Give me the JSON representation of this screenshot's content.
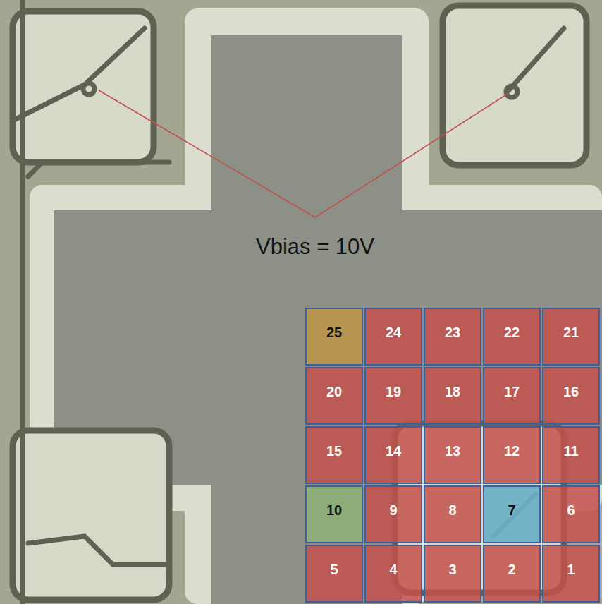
{
  "diagram": {
    "nodes": [
      {
        "text": [
          "25"
        ]
      },
      {
        "text": [
          "24"
        ]
      },
      {
        "text": [
          "23"
        ]
      },
      {
        "text": [
          "22"
        ]
      },
      {
        "text": [
          "21"
        ]
      },
      {
        "text": [
          "20"
        ]
      },
      {
        "text": [
          "19"
        ]
      },
      {
        "text": [
          "18"
        ]
      },
      {
        "text": [
          "17"
        ]
      },
      {
        "text": [
          "16"
        ]
      },
      {
        "text": [
          "15"
        ]
      },
      {
        "text": [
          "14"
        ]
      },
      {
        "text": [
          "13"
        ]
      },
      {
        "text": [
          "12"
        ]
      },
      {
        "text": [
          "11"
        ]
      },
      {
        "text": [
          "10"
        ]
      },
      {
        "text": [
          "9"
        ]
      },
      {
        "text": [
          "8"
        ]
      },
      {
        "text": [
          "7"
        ]
      },
      {
        "text": [
          "6"
        ]
      },
      {
        "text": [
          "5"
        ]
      },
      {
        "text": [
          "4"
        ]
      },
      {
        "text": [
          "3"
        ]
      },
      {
        "text": [
          "2"
        ]
      },
      {
        "text": [
          "1"
        ]
      }
    ],
    "labels": [
      "Vbias = 10V"
    ]
  }
}
